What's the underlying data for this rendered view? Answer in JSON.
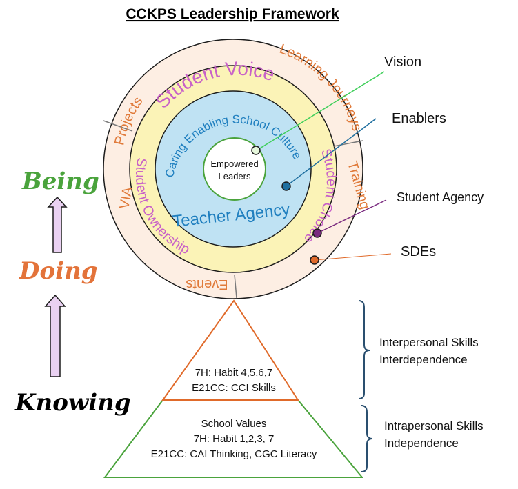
{
  "title": "CCKPS Leadership Framework",
  "colors": {
    "outer_ring": "#fdeee3",
    "middle_ring": "#fbf3b7",
    "inner_circle": "#bfe2f3",
    "vision": "#3fcf5a",
    "enablers": "#1f6f9f",
    "student_agency": "#7a2a7f",
    "sdes": "#e06a2a",
    "being": "#4aa33c",
    "doing": "#e3733a",
    "knowing": "#000000",
    "arrow_fill": "#ead1f2"
  },
  "circle": {
    "outer_ring_labels": {
      "projects": "Projects",
      "learning_journeys": "Learning Journeys",
      "training": "Training",
      "events": "Events",
      "via": "VIA"
    },
    "middle_ring_labels": {
      "student_voice": "Student Voice",
      "student_choice": "Student Choice",
      "student_ownership": "Student Ownership"
    },
    "inner_labels": {
      "culture": "Caring Enabling School Culture",
      "teacher_agency": "Teacher Agency"
    },
    "center": {
      "line1": "Empowered",
      "line2": "Leaders"
    }
  },
  "callouts": {
    "vision": "Vision",
    "enablers": "Enablers",
    "student_agency": "Student Agency",
    "sdes": "SDEs"
  },
  "levels": {
    "being": "Being",
    "doing": "Doing",
    "knowing": "Knowing"
  },
  "pyramid": {
    "top": {
      "line1": "7H: Habit 4,5,6,7",
      "line2": "E21CC: CCI Skills"
    },
    "bottom": {
      "line1": "School Values",
      "line2": "7H: Habit 1,2,3, 7",
      "line3": "E21CC: CAI Thinking, CGC Literacy"
    }
  },
  "brackets": {
    "upper": {
      "line1": "Interpersonal Skills",
      "line2": "Interdependence"
    },
    "lower": {
      "line1": "Intrapersonal Skills",
      "line2": "Independence"
    }
  }
}
